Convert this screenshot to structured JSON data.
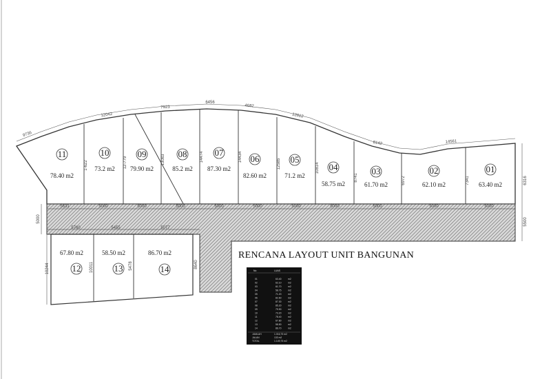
{
  "title": "RENCANA LAYOUT UNIT BANGUNAN",
  "top_dimensions": [
    "9736",
    "12042",
    "7923",
    "6456",
    "4682",
    "12812",
    "8142",
    "14561"
  ],
  "right_dimensions": [
    "6316",
    "5500"
  ],
  "left_dimension": "5000",
  "upper_units": [
    {
      "no": "11",
      "area": "78.40 m2"
    },
    {
      "no": "10",
      "area": "73.2 m2"
    },
    {
      "no": "09",
      "area": "79.90 m2"
    },
    {
      "no": "08",
      "area": "85.2 m2"
    },
    {
      "no": "07",
      "area": "87.30 m2"
    },
    {
      "no": "06",
      "area": "82.60 m2"
    },
    {
      "no": "05",
      "area": "71.2 m2"
    },
    {
      "no": "04",
      "area": "58.75 m2"
    },
    {
      "no": "03",
      "area": "61.70 m2"
    },
    {
      "no": "02",
      "area": "62.10 m2"
    },
    {
      "no": "01",
      "area": "63.40 m2"
    }
  ],
  "upper_depths": [
    "1-622",
    "12-779",
    "13083",
    "14474",
    "14434",
    "12585",
    "10814",
    "8741",
    "6972",
    "7341"
  ],
  "road_dimensions": [
    "5631",
    "5000",
    "5000",
    "5000",
    "5000",
    "5000",
    "5000",
    "5000",
    "5000",
    "5000",
    "5000"
  ],
  "lower_units": [
    {
      "no": "12",
      "area": "67.80 m2"
    },
    {
      "no": "13",
      "area": "58.50 m2"
    },
    {
      "no": "14",
      "area": "86.70 m2"
    }
  ],
  "lower_dimensions": [
    "10244",
    "10011",
    "5478",
    "8640",
    "5760",
    "5455",
    "5077"
  ],
  "table": {
    "header": [
      "No",
      "LUAS"
    ],
    "rows": [
      [
        "01",
        "63.40",
        "m2"
      ],
      [
        "02",
        "62.10",
        "m2"
      ],
      [
        "03",
        "61.70",
        "m2"
      ],
      [
        "04",
        "58.75",
        "m2"
      ],
      [
        "05",
        "71.20",
        "m2"
      ],
      [
        "06",
        "82.60",
        "m2"
      ],
      [
        "07",
        "87.30",
        "m2"
      ],
      [
        "08",
        "85.20",
        "m2"
      ],
      [
        "09",
        "79.90",
        "m2"
      ],
      [
        "10",
        "73.20",
        "m2"
      ],
      [
        "11",
        "78.40",
        "m2"
      ],
      [
        "12",
        "67.80",
        "m2"
      ],
      [
        "13",
        "58.50",
        "m2"
      ],
      [
        "14",
        "86.70",
        "m2"
      ]
    ],
    "subtotal_label": "JUMLAH",
    "subtotal": "1.016,75 m2",
    "road_label": "JALAN",
    "road": "133 m2",
    "total_label": "TOTAL",
    "total": "1.149,75 m2"
  }
}
